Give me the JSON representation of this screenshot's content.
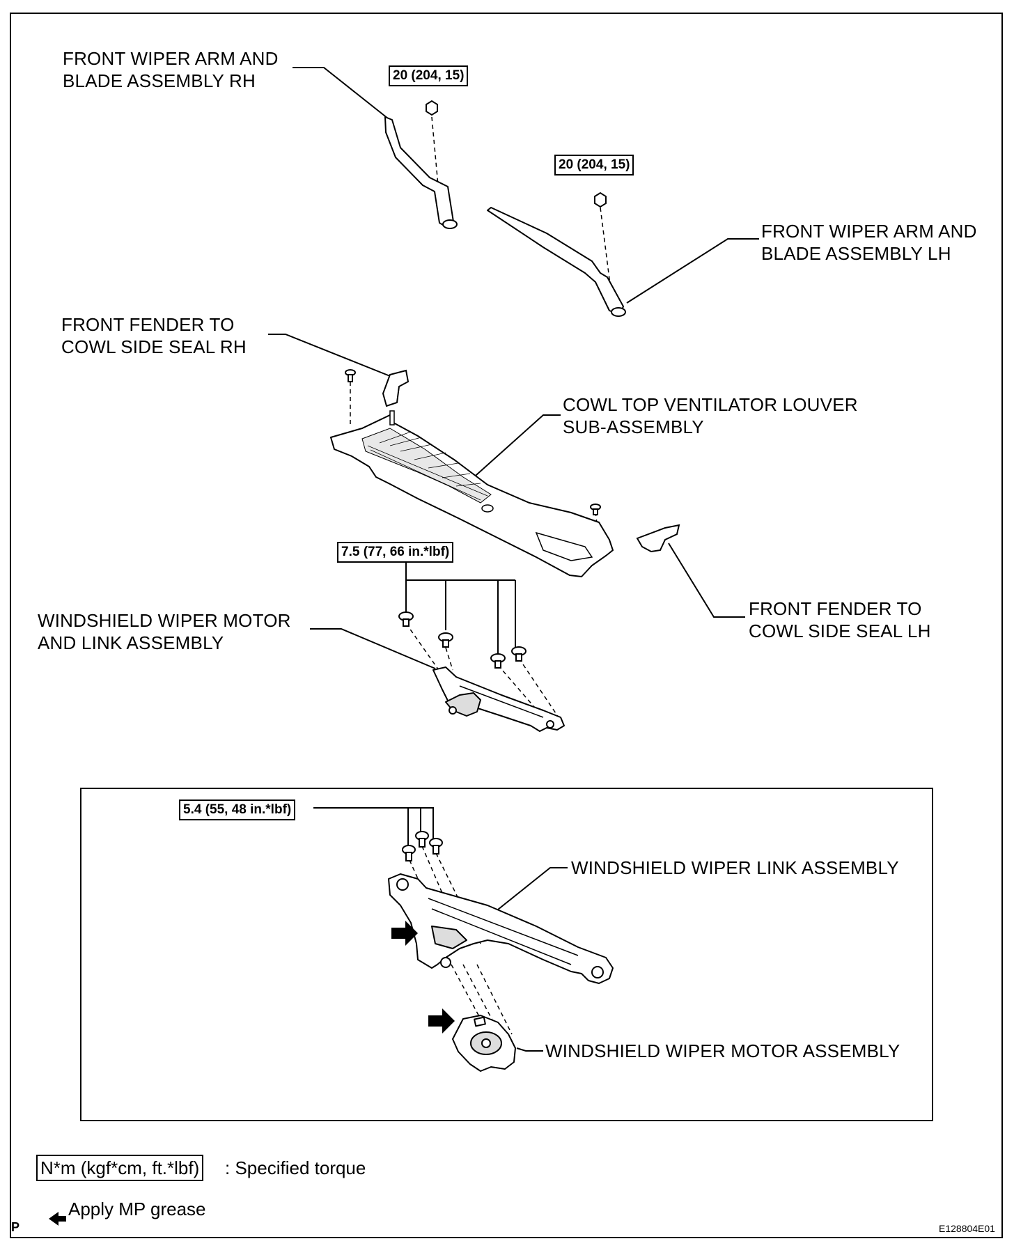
{
  "labels": {
    "arm_rh": "FRONT WIPER ARM AND\nBLADE ASSEMBLY RH",
    "arm_lh": "FRONT WIPER ARM AND\nBLADE ASSEMBLY LH",
    "seal_rh": "FRONT FENDER TO\nCOWL SIDE SEAL RH",
    "louver": "COWL TOP VENTILATOR LOUVER\nSUB-ASSEMBLY",
    "seal_lh": "FRONT FENDER TO\nCOWL SIDE SEAL LH",
    "motor_link": "WINDSHIELD WIPER MOTOR\nAND LINK ASSEMBLY",
    "link": "WINDSHIELD WIPER LINK ASSEMBLY",
    "motor": "WINDSHIELD WIPER MOTOR ASSEMBLY"
  },
  "torques": {
    "arm_rh": "20 (204, 15)",
    "arm_lh": "20 (204, 15)",
    "motor_link": "7.5 (77, 66 in.*lbf)",
    "link": "5.4 (55, 48 in.*lbf)"
  },
  "legend": {
    "torque_box": "N*m (kgf*cm, ft.*lbf)",
    "torque_desc": ": Specified torque",
    "grease_desc": "Apply MP grease"
  },
  "corner_mark": "P",
  "figure_code": "E128804E01"
}
